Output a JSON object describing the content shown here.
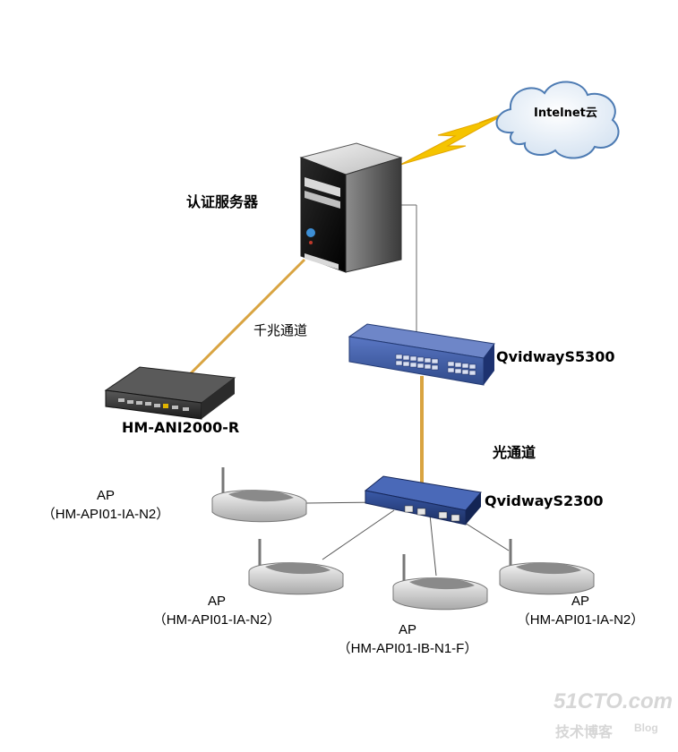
{
  "cloud_label": "Intelnet云",
  "server_label": "认证服务器",
  "gigabit_link_label": "千兆通道",
  "core_switch_label": "QvidwayS5300",
  "router_label": "HM-ANI2000-R",
  "fiber_link_label": "光通道",
  "access_switch_label": "QvidwayS2300",
  "aps": [
    {
      "name": "AP",
      "model": "（HM-API01-IA-N2）"
    },
    {
      "name": "AP",
      "model": "（HM-API01-IA-N2）"
    },
    {
      "name": "AP",
      "model": "（HM-API01-IB-N1-F）"
    },
    {
      "name": "AP",
      "model": "（HM-API01-IA-N2）"
    }
  ],
  "watermark": {
    "site": "51CTO.com",
    "sub": "技术博客",
    "blog": "Blog"
  },
  "colors": {
    "gold_link": "#d9a441",
    "switch_blue": "#2f4a8a",
    "lightning": "#f5c400"
  }
}
